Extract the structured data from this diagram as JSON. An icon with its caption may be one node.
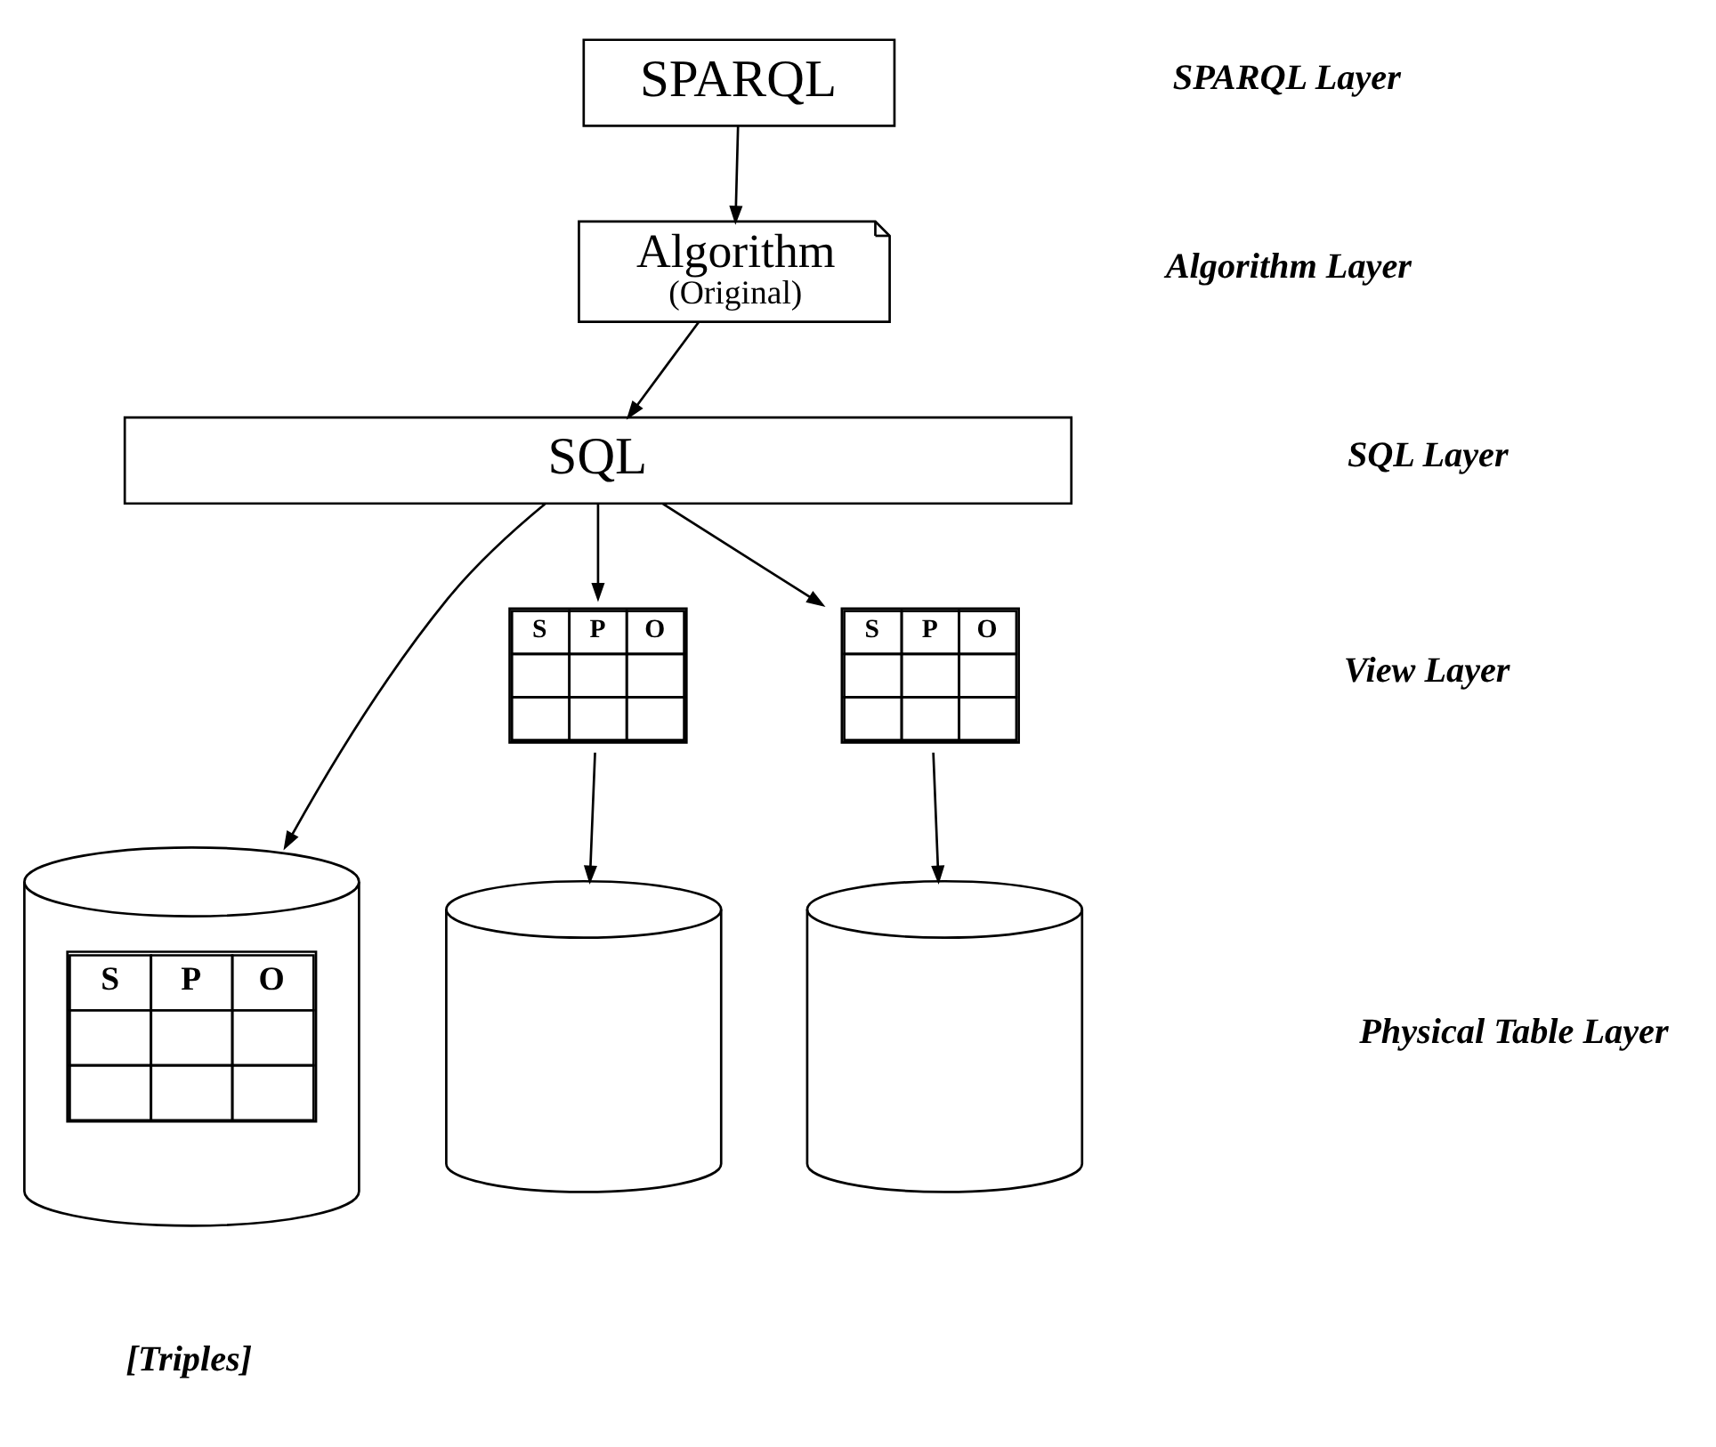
{
  "diagram": {
    "nodes": [
      {
        "text": [
          "SPARQL"
        ]
      },
      {
        "text": [
          "Algorithm",
          "(Original)"
        ]
      },
      {
        "text": [
          "SQL"
        ]
      },
      {
        "text": [
          "S",
          "P",
          "O"
        ]
      },
      {
        "text": [
          "S",
          "P",
          "O"
        ]
      },
      {
        "text": [
          "S",
          "P",
          "O"
        ],
        "beside": [
          "[Triples]"
        ]
      },
      {
        "text": [],
        "shape": "cylinder"
      },
      {
        "text": [],
        "shape": "cylinder"
      }
    ],
    "edges": [
      {
        "from": 0,
        "to": 1,
        "arrow": "to"
      },
      {
        "from": 1,
        "to": 2,
        "arrow": "to"
      },
      {
        "from": 2,
        "to": 5,
        "arrow": "to"
      },
      {
        "from": 2,
        "to": 3,
        "arrow": "to"
      },
      {
        "from": 2,
        "to": 4,
        "arrow": "to"
      },
      {
        "from": 3,
        "to": 6,
        "arrow": "to"
      },
      {
        "from": 4,
        "to": 7,
        "arrow": "to"
      }
    ],
    "labels": [
      "SPARQL Layer",
      "Algorithm Layer",
      "SQL Layer",
      "View Layer",
      "Physical Table Layer"
    ]
  }
}
